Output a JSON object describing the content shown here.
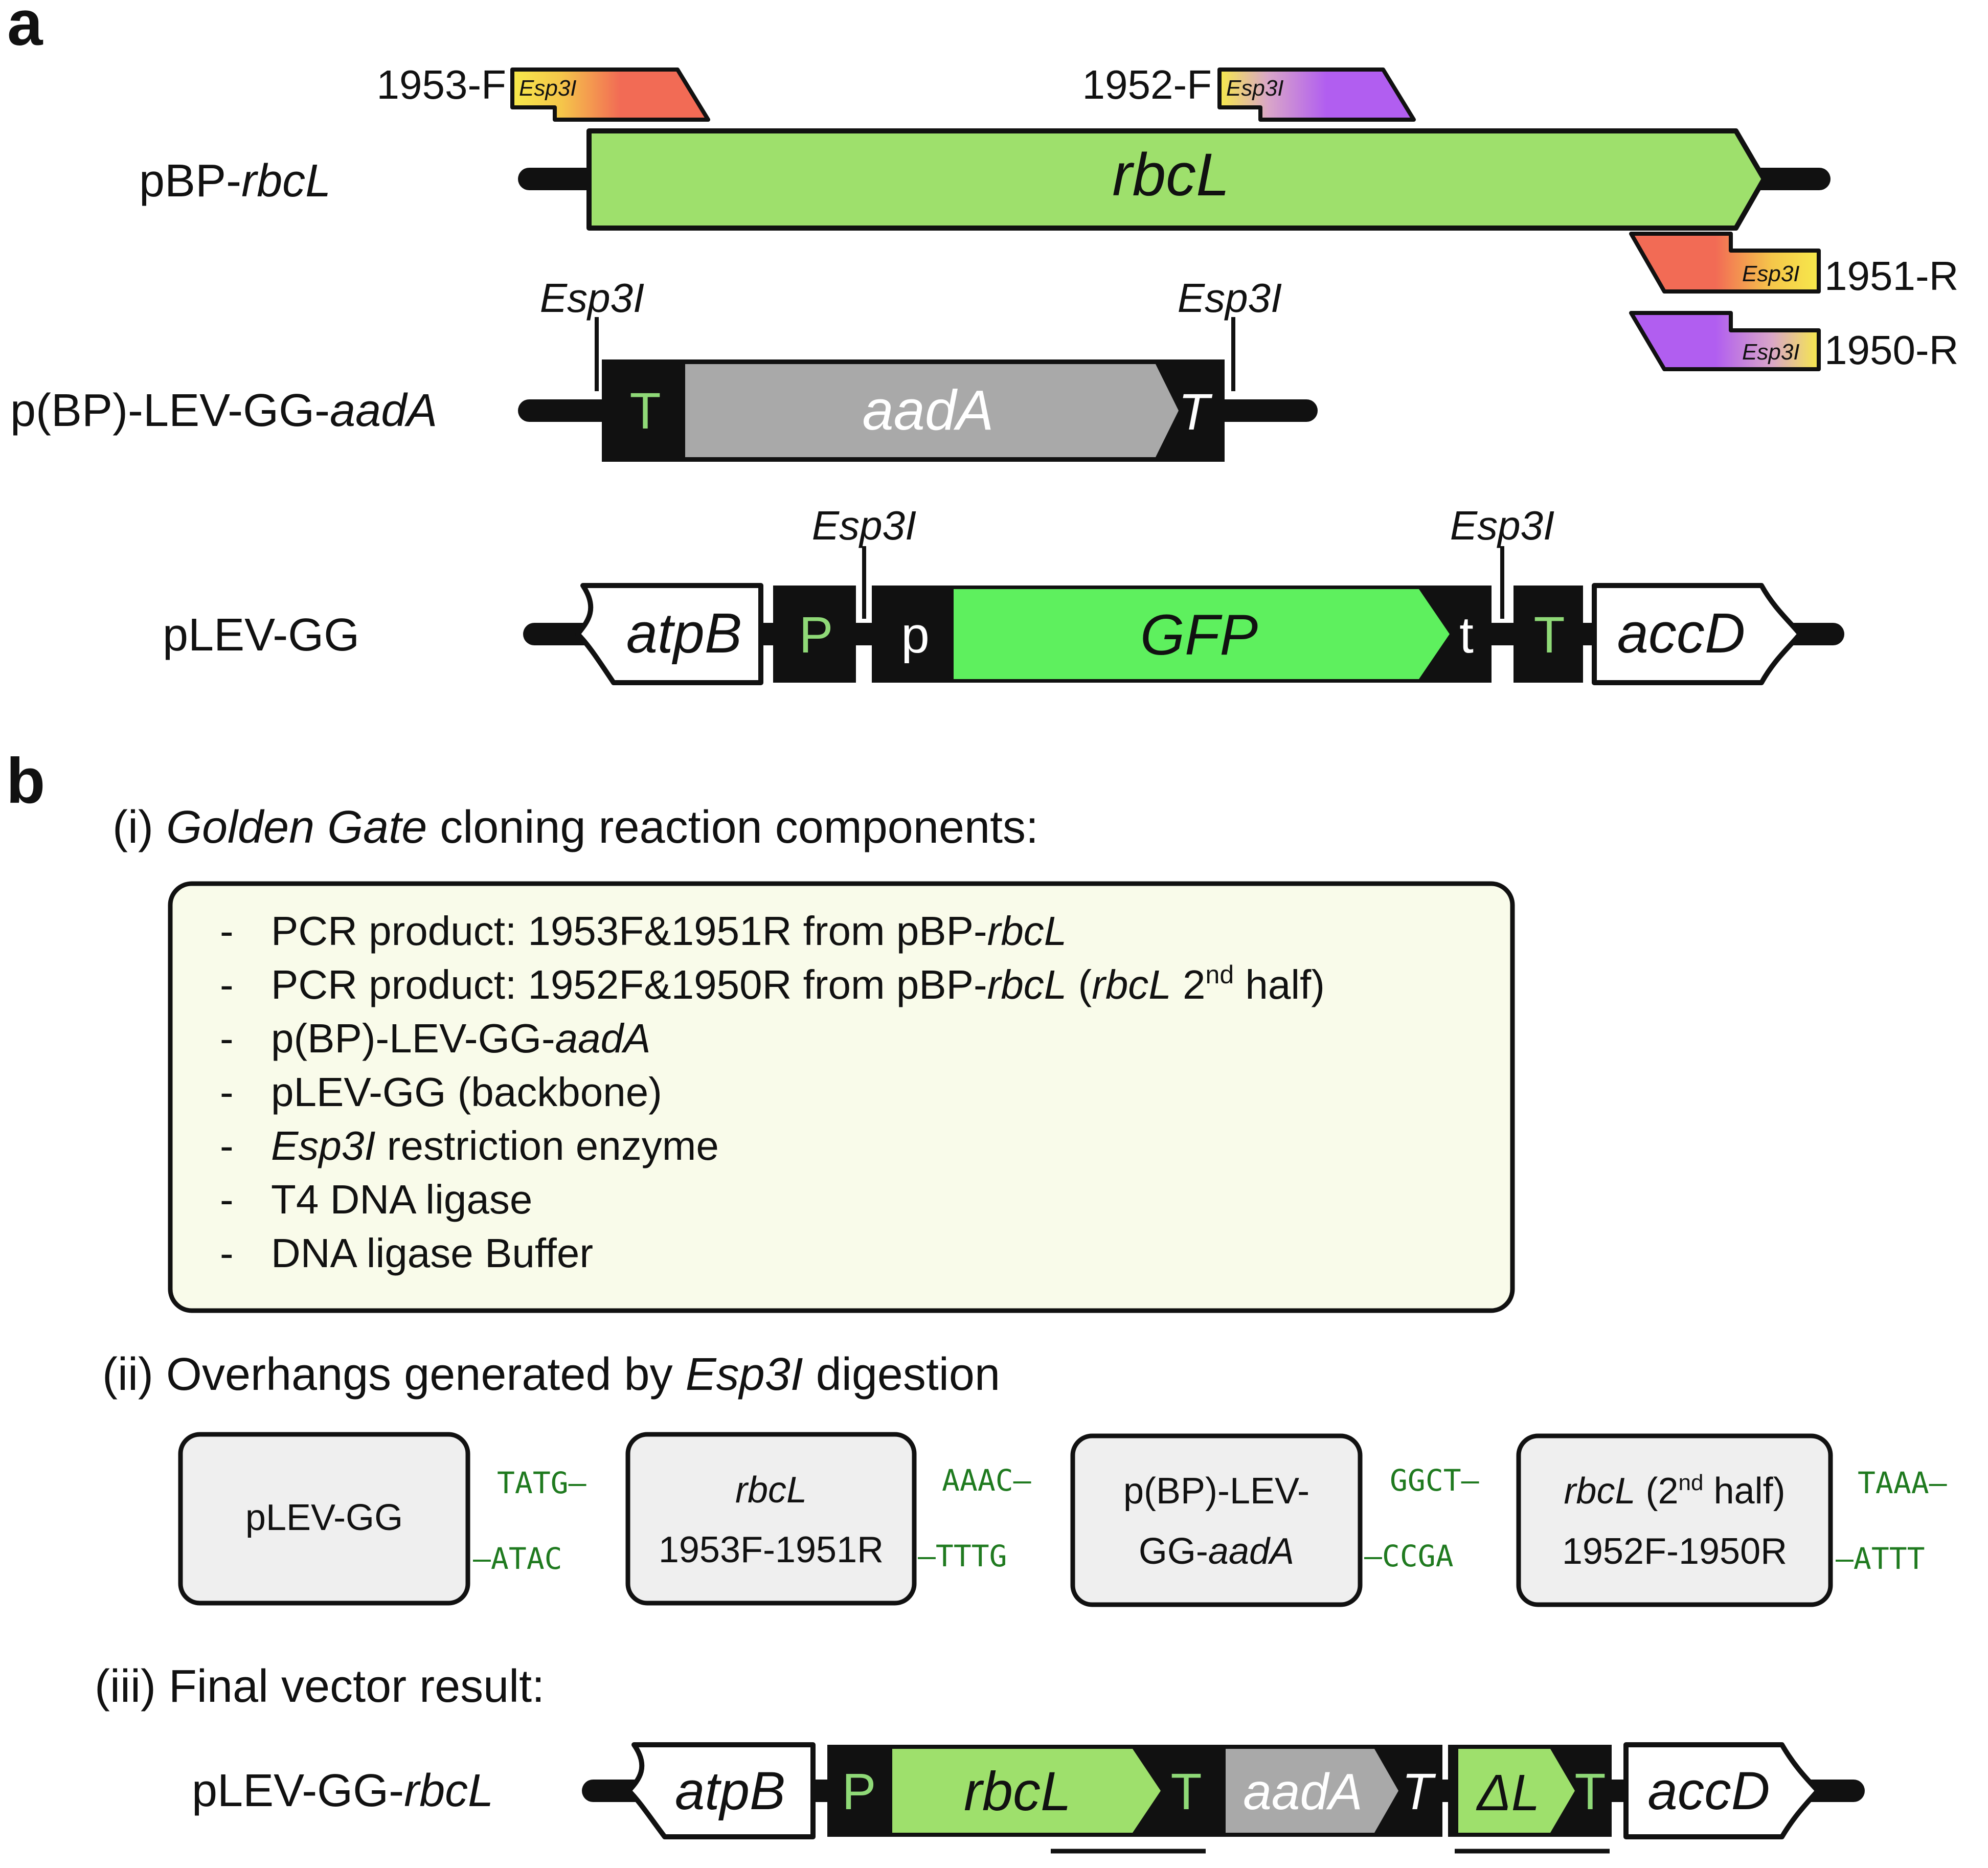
{
  "panel_a": {
    "label": "a",
    "pbp": {
      "name_prefix": "pBP-",
      "name_gene": "rbcL",
      "gene": "rbcL",
      "primer_1953": {
        "name": "1953-F",
        "site": "Esp3I"
      },
      "primer_1952": {
        "name": "1952-F",
        "site": "Esp3I"
      },
      "primer_1951": {
        "name": "1951-R",
        "site": "Esp3I"
      },
      "primer_1950": {
        "name": "1950-R",
        "site": "Esp3I"
      }
    },
    "plev_aada": {
      "name_prefix": "p(BP)-LEV-GG-",
      "name_gene": "aadA",
      "site_left": "Esp3I",
      "site_right": "Esp3I",
      "left_t": "T",
      "gene": "aadA",
      "right_t": "T"
    },
    "plev": {
      "name": "pLEV-GG",
      "site_left": "Esp3I",
      "site_right": "Esp3I",
      "atpb": "atpB",
      "big_p": "P",
      "small_p": "p",
      "gene": "GFP",
      "small_t": "t",
      "big_t": "T",
      "accd": "accD"
    },
    "colors": {
      "rbcl_green": "#9ee06c",
      "gfp_green": "#5ef05e",
      "aada_grey": "#a9a9a9",
      "primer_red": "#f26b55",
      "primer_purple": "#b15ef0",
      "esp3i_yellow": "#f6e94b",
      "label_green": "#8fd977"
    }
  },
  "panel_b": {
    "label": "b",
    "i": {
      "num": "(i) ",
      "title_it": "Golden Gate",
      "title_rest": " cloning reaction components:",
      "dash": "-",
      "item1": {
        "a": "PCR product: 1953F&1951R from pBP-",
        "b": "rbcL"
      },
      "item2": {
        "a": "PCR product: 1952F&1950R from pBP-",
        "b": "rbcL",
        "c": " (",
        "d": "rbcL",
        "e": " 2",
        "sup": "nd",
        "f": " half)"
      },
      "item3": {
        "a": "p(BP)-LEV-GG-",
        "b": "aadA"
      },
      "item4": {
        "a": "pLEV-GG (backbone)"
      },
      "item5": {
        "a": "Esp3I",
        "b": " restriction enzyme"
      },
      "item6": {
        "a": "T4 DNA ligase"
      },
      "item7": {
        "a": "DNA ligase Buffer"
      }
    },
    "ii": {
      "title_a": "(ii) Overhangs generated by ",
      "title_it": "Esp3I",
      "title_b": " digestion",
      "box1": {
        "line1": "pLEV-GG"
      },
      "box2": {
        "line1": "rbcL",
        "line2": "1953F-1951R"
      },
      "box3": {
        "line1": "p(BP)-LEV-",
        "line2a": "GG-",
        "line2b": "aadA"
      },
      "box4": {
        "line1a": "rbcL",
        "line1b": " (2",
        "sup": "nd",
        "line1c": " half)",
        "line2": "1952F-1950R"
      },
      "oh1": {
        "top": "TATG–",
        "bottom": "–ATAC"
      },
      "oh2": {
        "top": "AAAC–",
        "bottom": "–TTTG"
      },
      "oh3": {
        "top": "GGCT–",
        "bottom": "–CCGA"
      },
      "oh4": {
        "top": "TAAA–",
        "bottom": "–ATTT"
      }
    },
    "iii": {
      "title": "(iii) Final vector result:",
      "name_prefix": "pLEV-GG-",
      "name_gene": "rbcL",
      "atpb": "atpB",
      "p": "P",
      "gene1": "rbcL",
      "t1": "T",
      "aada": "aadA",
      "t2": "T",
      "dl": "ΔL",
      "t3": "T",
      "accd": "accD"
    }
  }
}
